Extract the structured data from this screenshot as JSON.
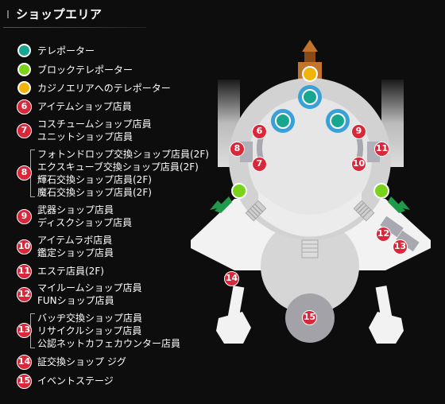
{
  "header": {
    "title": "ショップエリア"
  },
  "legend": {
    "teleporter": "テレポーター",
    "block_teleporter": "ブロックテレポーター",
    "casino_teleporter": "カジノエリアへのテレポーター",
    "items": [
      {
        "num": "6",
        "lines": [
          "アイテムショップ店員"
        ]
      },
      {
        "num": "7",
        "lines": [
          "コスチュームショップ店員",
          "ユニットショップ店員"
        ]
      },
      {
        "num": "8",
        "lines": [
          "フォトンドロップ交換ショップ店員(2F)",
          "エクスキューブ交換ショップ店員(2F)",
          "輝石交換ショップ店員(2F)",
          "魔石交換ショップ店員(2F)"
        ]
      },
      {
        "num": "9",
        "lines": [
          "武器ショップ店員",
          "ディスクショップ店員"
        ]
      },
      {
        "num": "10",
        "lines": [
          "アイテムラボ店員",
          "鑑定ショップ店員"
        ]
      },
      {
        "num": "11",
        "lines": [
          "エステ店員(2F)"
        ]
      },
      {
        "num": "12",
        "lines": [
          "マイルームショップ店員",
          "FUNショップ店員"
        ]
      },
      {
        "num": "13",
        "lines": [
          "バッヂ交換ショップ店員",
          "リサイクルショップ店員",
          "公認ネットカフェカウンター店員"
        ]
      },
      {
        "num": "14",
        "lines": [
          "証交換ショップ ジグ"
        ]
      },
      {
        "num": "15",
        "lines": [
          "イベントステージ"
        ]
      }
    ]
  },
  "map": {
    "markers": [
      "6",
      "7",
      "8",
      "9",
      "10",
      "11",
      "12",
      "13",
      "14",
      "15"
    ]
  },
  "colors": {
    "teleporter": "#16a78e",
    "block_teleporter": "#7ad21a",
    "casino_teleporter": "#f0b40a",
    "npc_marker": "#d9283a",
    "arrow_green": "#1e9a4a"
  }
}
